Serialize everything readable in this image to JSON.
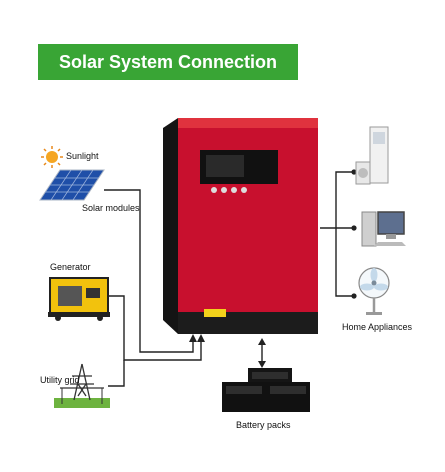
{
  "title": "Solar System Connection",
  "labels": {
    "sunlight": "Sunlight",
    "solar_modules": "Solar modules",
    "generator": "Generator",
    "utility_grid": "Utility grid",
    "battery_packs": "Battery packs",
    "home_appliances": "Home Appliances"
  },
  "colors": {
    "banner": "#39a535",
    "inverter_red": "#c8102e",
    "inverter_dark": "#1c1c1c",
    "wire": "#222222"
  },
  "icons": [
    "sun-icon",
    "solar-panel-icon",
    "generator-icon",
    "utility-pole-icon",
    "battery-icon",
    "air-conditioner-icon",
    "computer-icon",
    "fan-icon"
  ]
}
